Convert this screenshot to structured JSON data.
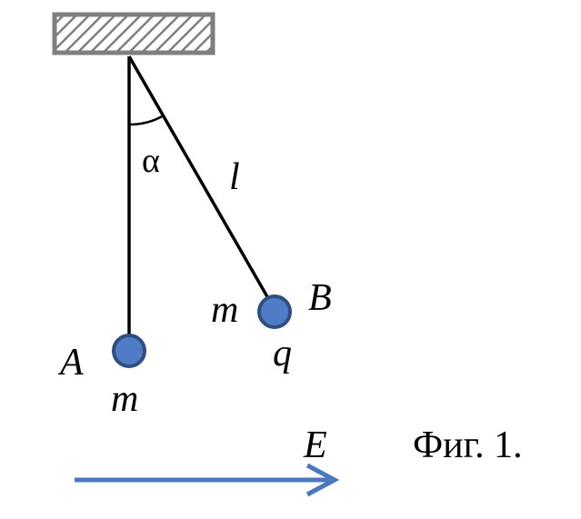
{
  "diagram": {
    "angle_label": "α",
    "length_label": "l",
    "ball_a": {
      "name_label": "A",
      "mass_label": "m"
    },
    "ball_b": {
      "name_label": "B",
      "mass_label": "m",
      "charge_label": "q"
    },
    "field_label": "E",
    "figure_caption": "Фиг. 1."
  },
  "colors": {
    "ceiling_stroke": "#7f7f7f",
    "ball_fill": "#4f7cc4",
    "ball_stroke": "#2f4f7f",
    "arrow": "#4a78bc",
    "string": "#000000"
  }
}
